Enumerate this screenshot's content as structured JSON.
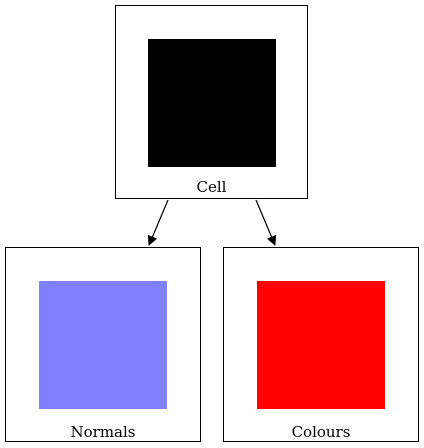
{
  "nodes": {
    "cell": {
      "label": "Cell",
      "swatch_color": "#000000"
    },
    "normals": {
      "label": "Normals",
      "swatch_color": "#8080ff"
    },
    "colours": {
      "label": "Colours",
      "swatch_color": "#ff0000"
    }
  },
  "edges": [
    {
      "from": "Cell",
      "to": "Normals"
    },
    {
      "from": "Cell",
      "to": "Colours"
    }
  ],
  "colors": {
    "stroke": "#000000",
    "background": "#ffffff"
  }
}
